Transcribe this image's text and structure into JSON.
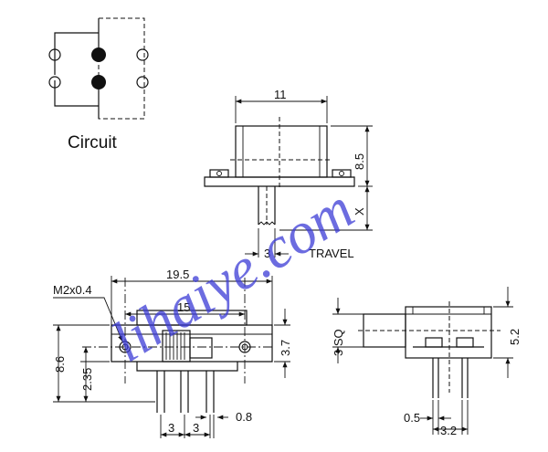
{
  "circuit_label": "Circuit",
  "watermark": "lihaiye.com",
  "colors": {
    "ink": "#111111",
    "watermark": "#3b3bd6"
  },
  "dims": {
    "top_width": "11",
    "height": "8.5",
    "travel_x": "X",
    "travel_3": "3",
    "travel": "TRAVEL",
    "thread": "M2x0.4",
    "overall_len": "19.5",
    "hole_spacing": "15",
    "total_h": "8.6",
    "pin_h": "2.35",
    "mount_h": "3.7",
    "pitch_a": "3",
    "pitch_b": "3",
    "pin_w": "0.8",
    "sq": "3 SQ",
    "side_h": "5.2",
    "pin_t": "0.5",
    "pin_p": "3.2"
  }
}
